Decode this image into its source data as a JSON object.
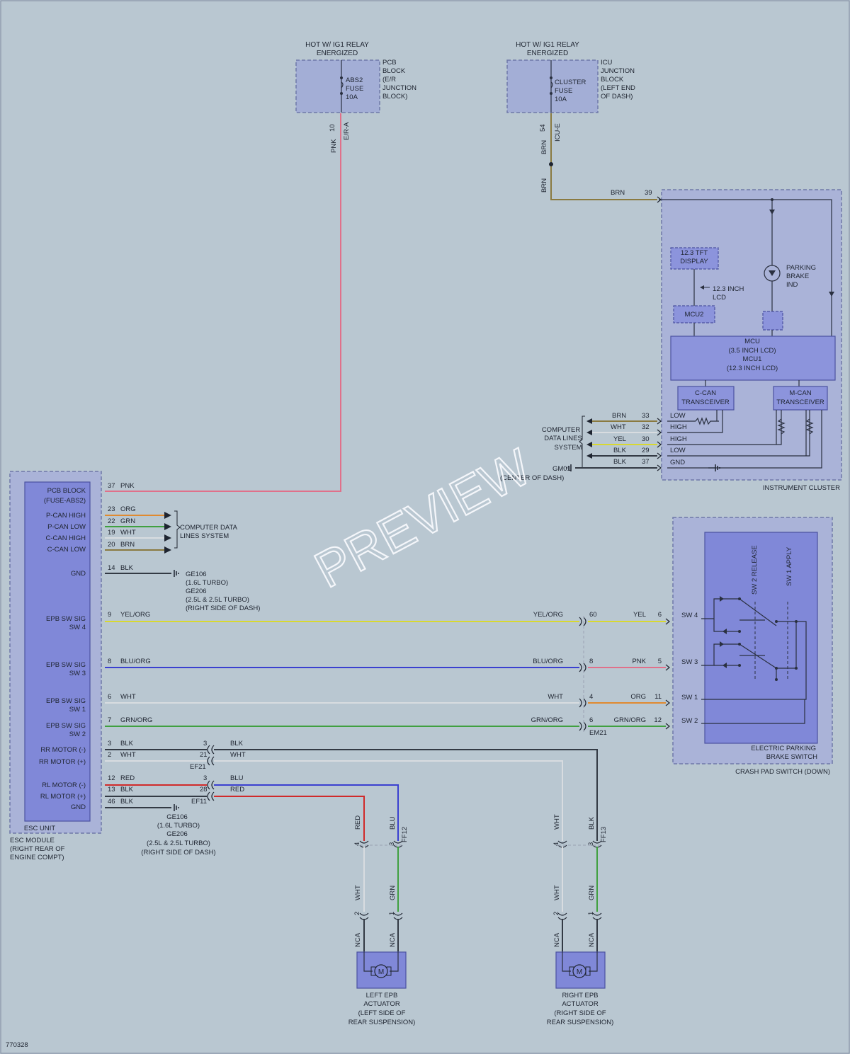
{
  "colors": {
    "background": "#b9c7d1",
    "pnk": "#e0708a",
    "org": "#e08a30",
    "grn": "#40a040",
    "wht": "#d8dce0",
    "brn": "#8a7a40",
    "blk": "#333a44",
    "yel": "#d8d830",
    "blu": "#3a40d0",
    "red": "#d02a2a",
    "module_fill": "#8088d8"
  },
  "top": {
    "pcb_hot": "HOT W/ IG1 RELAY",
    "pcb_hot2": "ENERGIZED",
    "pcb_fuse1": "ABS2",
    "pcb_fuse2": "FUSE",
    "pcb_fuse3": "10A",
    "pcb_block1": "PCB",
    "pcb_block2": "BLOCK",
    "pcb_block3": "(E/R",
    "pcb_block4": "JUNCTION",
    "pcb_block5": "BLOCK)",
    "pcb_pin": "10",
    "pcb_conn": "E/R-A",
    "pcb_wire": "PNK",
    "icu_hot": "HOT W/ IG1 RELAY",
    "icu_hot2": "ENERGIZED",
    "icu_fuse1": "CLUSTER",
    "icu_fuse2": "FUSE",
    "icu_fuse3": "10A",
    "icu_block1": "ICU",
    "icu_block2": "JUNCTION",
    "icu_block3": "BLOCK",
    "icu_block4": "(LEFT END",
    "icu_block5": "OF DASH)",
    "icu_pin": "54",
    "icu_conn": "ICU-E",
    "icu_wire": "BRN",
    "icu_wire2": "BRN"
  },
  "cluster": {
    "in_wire": "BRN",
    "in_pin": "39",
    "tft1": "12.3 TFT",
    "tft2": "DISPLAY",
    "lcd1": "12.3 INCH",
    "lcd2": "LCD",
    "mcu2": "MCU2",
    "ind1": "PARKING",
    "ind2": "BRAKE",
    "ind3": "IND",
    "mcu_a": "MCU",
    "mcu_b": "(3.5 INCH LCD)",
    "mcu_c": "MCU1",
    "mcu_d": "(12.3 INCH LCD)",
    "ccan1": "C-CAN",
    "ccan2": "TRANSCEIVER",
    "mcan1": "M-CAN",
    "mcan2": "TRANSCEIVER",
    "lines": [
      {
        "wire": "BRN",
        "pin": "33",
        "label": "LOW"
      },
      {
        "wire": "WHT",
        "pin": "32",
        "label": "HIGH"
      },
      {
        "wire": "YEL",
        "pin": "30",
        "label": "HIGH"
      },
      {
        "wire": "BLK",
        "pin": "29",
        "label": "LOW"
      },
      {
        "wire": "BLK",
        "pin": "37",
        "label": "GND"
      }
    ],
    "cdl1": "COMPUTER",
    "cdl2": "DATA LINES",
    "cdl3": "SYSTEM",
    "gnd1": "GM01",
    "gnd2": "(CENTER OF DASH)",
    "name": "INSTRUMENT CLUSTER"
  },
  "esc": {
    "pins": [
      {
        "label": "PCB BLOCK",
        "pin": "37",
        "wire": "PNK"
      },
      {
        "label": "P-CAN HIGH",
        "pin": "23",
        "wire": "ORG"
      },
      {
        "label": "P-CAN LOW",
        "pin": "22",
        "wire": "GRN"
      },
      {
        "label": "C-CAN HIGH",
        "pin": "19",
        "wire": "WHT"
      },
      {
        "label": "C-CAN LOW",
        "pin": "20",
        "wire": "BRN"
      },
      {
        "label": "GND",
        "pin": "14",
        "wire": "BLK"
      }
    ],
    "pcb_sub": "(FUSE-ABS2)",
    "cdl1": "COMPUTER DATA",
    "cdl2": "LINES SYSTEM",
    "gnd1_a": "GE106",
    "gnd1_b": "(1.6L TURBO)",
    "gnd1_c": "GE206",
    "gnd1_d": "(2.5L & 2.5L TURBO)",
    "gnd1_e": "(RIGHT SIDE OF DASH)",
    "sw": [
      {
        "l1": "EPB SW SIG",
        "l2": "SW 4",
        "pin": "9",
        "wire": "YEL/ORG",
        "wire_r": "YEL/ORG",
        "em_pin": "60",
        "wire2": "YEL",
        "sw_pin": "6",
        "sw_label": "SW 4"
      },
      {
        "l1": "EPB SW SIG",
        "l2": "SW 3",
        "pin": "8",
        "wire": "BLU/ORG",
        "wire_r": "BLU/ORG",
        "em_pin": "8",
        "wire2": "PNK",
        "sw_pin": "5",
        "sw_label": "SW 3"
      },
      {
        "l1": "EPB SW SIG",
        "l2": "SW 1",
        "pin": "6",
        "wire": "WHT",
        "wire_r": "WHT",
        "em_pin": "4",
        "wire2": "ORG",
        "sw_pin": "11",
        "sw_label": "SW 1"
      },
      {
        "l1": "EPB SW SIG",
        "l2": "SW 2",
        "pin": "7",
        "wire": "GRN/ORG",
        "wire_r": "GRN/ORG",
        "em_pin": "6",
        "wire2": "GRN/ORG",
        "sw_pin": "12",
        "sw_label": "SW 2"
      }
    ],
    "em": "EM21",
    "motors": [
      {
        "label": "RR MOTOR (-)",
        "pin": "3",
        "wire": "BLK",
        "ef_pin": "3",
        "wire2": "BLK"
      },
      {
        "label": "RR MOTOR (+)",
        "pin": "2",
        "wire": "WHT",
        "ef_pin": "21",
        "wire2": "WHT"
      },
      {
        "label": "RL MOTOR (-)",
        "pin": "12",
        "wire": "RED",
        "ef_pin": "3",
        "wire2": "BLU"
      },
      {
        "label": "RL MOTOR (+)",
        "pin": "13",
        "wire": "BLK",
        "ef_pin": "28",
        "wire2": "RED"
      },
      {
        "label": "GND",
        "pin": "46",
        "wire": "BLK"
      }
    ],
    "ef21": "EF21",
    "ef11": "EF11",
    "gnd2_a": "GE106",
    "gnd2_b": "(1.6L TURBO)",
    "gnd2_c": "GE206",
    "gnd2_d": "(2.5L & 2.5L TURBO)",
    "gnd2_e": "(RIGHT SIDE OF DASH)",
    "unit": "ESC UNIT",
    "module1": "ESC MODULE",
    "module2": "(RIGHT REAR OF",
    "module3": "ENGINE COMPT)"
  },
  "switch": {
    "release": "SW 2 RELEASE",
    "apply": "SW 1 APPLY",
    "name1": "ELECTRIC PARKING",
    "name2": "BRAKE SWITCH",
    "outer": "CRASH PAD SWITCH (DOWN)"
  },
  "actuators": {
    "left": {
      "w_red": "RED",
      "w_blu": "BLU",
      "p4": "4",
      "p3": "3",
      "conn": "FF12",
      "w_wht": "WHT",
      "w_grn": "GRN",
      "p2": "2",
      "p1": "1",
      "nca1": "NCA",
      "nca2": "NCA",
      "motor": "M",
      "l1": "LEFT EPB",
      "l2": "ACTUATOR",
      "l3": "(LEFT SIDE OF",
      "l4": "REAR SUSPENSION)"
    },
    "right": {
      "w_wht": "WHT",
      "w_blk": "BLK",
      "p4": "4",
      "p3": "3",
      "conn": "FF13",
      "w_wht2": "WHT",
      "w_grn": "GRN",
      "p2": "2",
      "p1": "1",
      "nca1": "NCA",
      "nca2": "NCA",
      "motor": "M",
      "l1": "RIGHT EPB",
      "l2": "ACTUATOR",
      "l3": "(RIGHT SIDE OF",
      "l4": "REAR SUSPENSION)"
    }
  },
  "footer": {
    "code": "770328"
  },
  "watermark": "PREVIEW"
}
